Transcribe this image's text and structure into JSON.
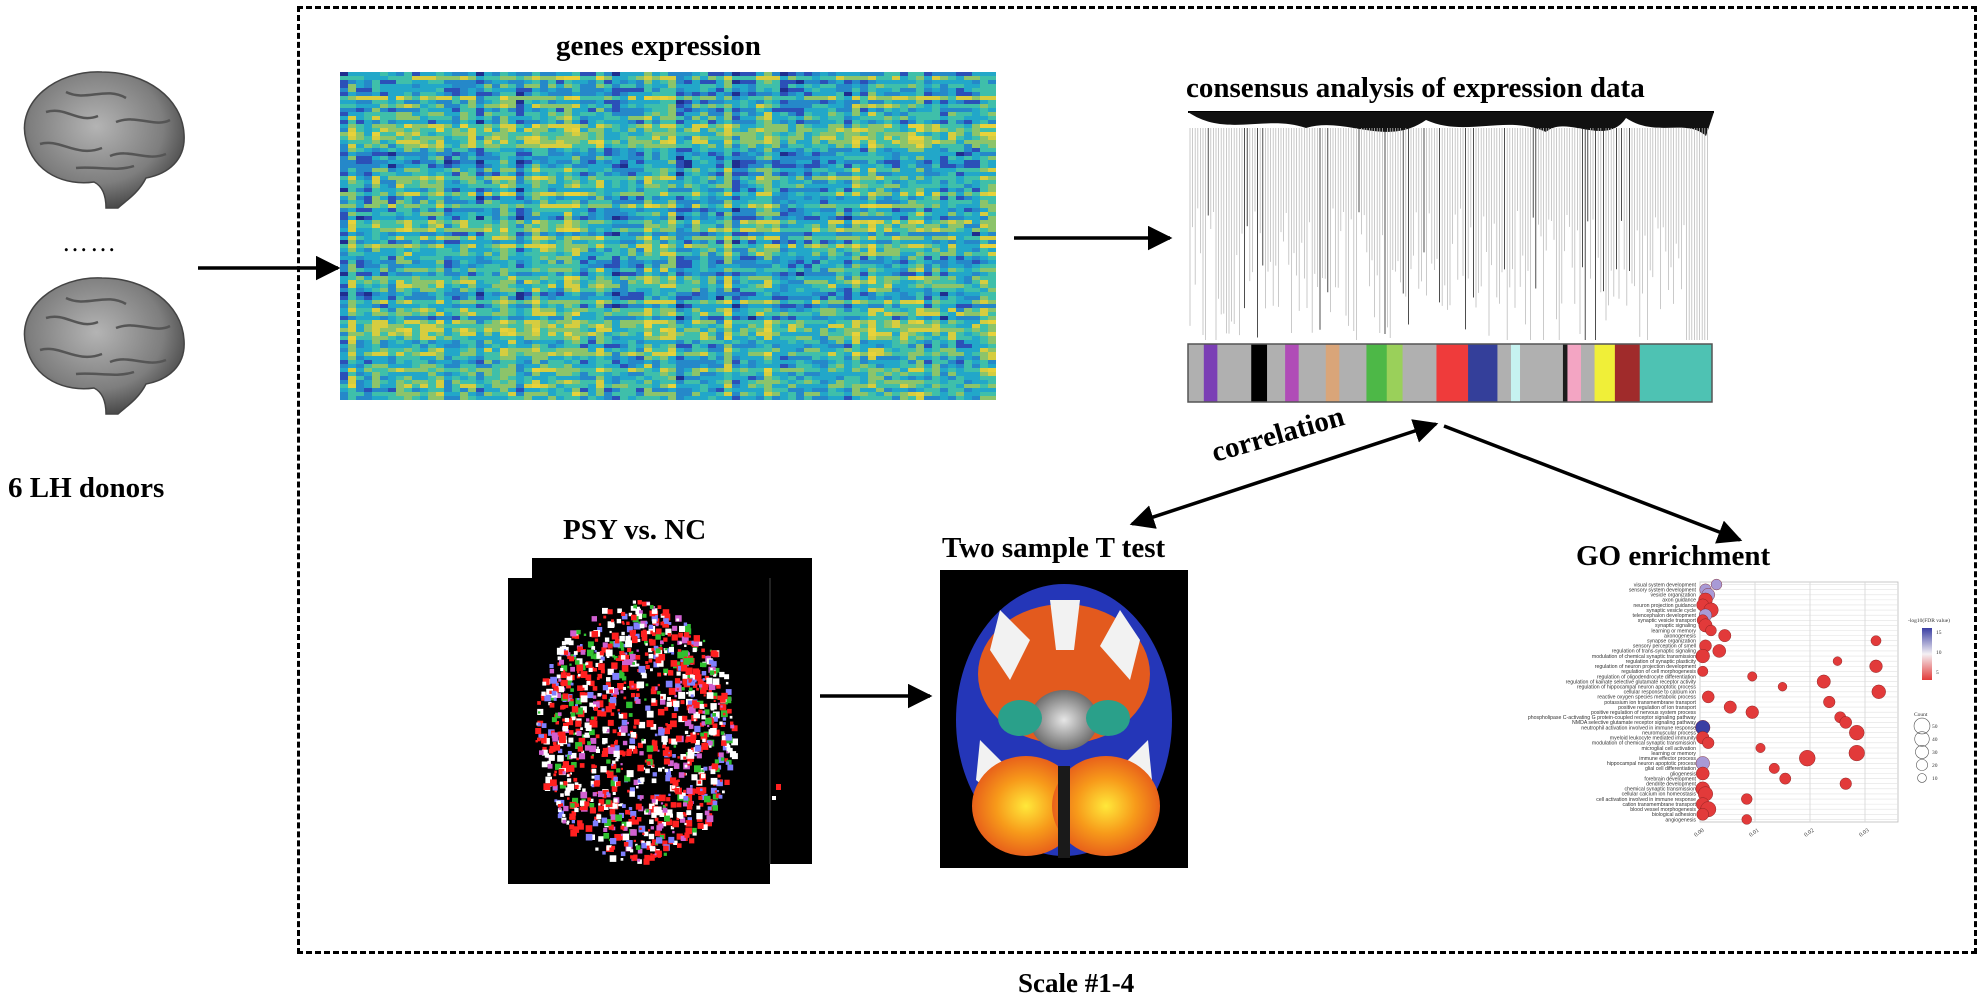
{
  "labels": {
    "donors": "6 LH donors",
    "ellipsis": "……",
    "genes_expression": "genes expression",
    "consensus": "consensus analysis of expression data",
    "psy_vs_nc": "PSY  vs. NC",
    "two_sample_t": "Two sample T test",
    "go_enrichment": "GO enrichment",
    "correlation": "correlation",
    "scale": "Scale #1-4"
  },
  "colors": {
    "heatmap_low": "#2b3a9c",
    "heatmap_mid": "#22a7c9",
    "heatmap_high": "#e8d23a",
    "brain_gray": "#8d8d8d",
    "go_dot_red": "#e23a3a",
    "go_dot_blue": "#3b3fa3",
    "frame": "#000000"
  },
  "module_colors": [
    "#b0b0b0",
    "#7b3fb5",
    "#b0b0b0",
    "#000000",
    "#b0b0b0",
    "#b04cb7",
    "#b0b0b0",
    "#d9a579",
    "#b0b0b0",
    "#4db847",
    "#9ad05a",
    "#b0b0b0",
    "#ef3b3b",
    "#343f9a",
    "#b0b0b0",
    "#c6f2f0",
    "#b0b0b0",
    "#1c1c1c",
    "#f3a5c3",
    "#b0b0b0",
    "#f0ef38",
    "#a02b2b",
    "#4ec2b3"
  ],
  "go": {
    "legend_fdr_title": "-log10(FDR value)",
    "legend_fdr_values": [
      "15",
      "10",
      "5"
    ],
    "legend_count_title": "Count",
    "legend_count_values": [
      "50",
      "40",
      "30",
      "20",
      "10"
    ],
    "x_ticks": [
      "0.00",
      "0.01",
      "0.02",
      "0.03"
    ],
    "terms": [
      "visual system development",
      "sensory system development",
      "vesicle organization",
      "axon guidance",
      "neuron projection guidance",
      "synaptic vesicle cycle",
      "telencephalon development",
      "synaptic vesicle transport",
      "synaptic signaling",
      "learning or memory",
      "axonogenesis",
      "synapse organization",
      "sensory perception of smell",
      "regulation of trans-synaptic signaling",
      "modulation of chemical synaptic transmission",
      "regulation of synaptic plasticity",
      "regulation of neuron projection development",
      "regulation of cell morphogenesis",
      "regulation of oligodendrocyte differentiation",
      "regulation of kainate selective glutamate receptor activity",
      "regulation of hippocampal neuron apoptotic process",
      "cellular response to calcium ion",
      "reactive oxygen species metabolic process",
      "potassium ion transmembrane transport",
      "positive regulation of ion transport",
      "positive regulation of nervous system process",
      "phospholipase C-activating G protein-coupled receptor signaling pathway",
      "NMDA selective glutamate receptor signaling pathway",
      "neutrophil activation involved in immune response",
      "neuromuscular process",
      "myeloid leukocyte mediated immunity",
      "modulation of chemical synaptic transmission",
      "microglial cell activation",
      "learning or memory",
      "immune effector process",
      "hippocampal neuron apoptotic process",
      "glial cell differentiation",
      "gliogenesis",
      "forebrain development",
      "dendrite development",
      "chemical synaptic transmission",
      "cellular calcium ion homeostasis",
      "cell activation involved in immune response",
      "cation transmembrane transport",
      "blood vessel morphogenesis",
      "biological adhesion",
      "angiogenesis"
    ],
    "points": [
      {
        "term": 0,
        "x": 0.003,
        "count": 18,
        "fdr": 8
      },
      {
        "term": 1,
        "x": 0.001,
        "count": 22,
        "fdr": 6
      },
      {
        "term": 2,
        "x": 0.0015,
        "count": 30,
        "fdr": 6
      },
      {
        "term": 3,
        "x": 0.001,
        "count": 35,
        "fdr": 5
      },
      {
        "term": 4,
        "x": 0.0005,
        "count": 25,
        "fdr": 4
      },
      {
        "term": 5,
        "x": 0.002,
        "count": 40,
        "fdr": 5
      },
      {
        "term": 6,
        "x": 0.001,
        "count": 28,
        "fdr": 6
      },
      {
        "term": 7,
        "x": 0.0005,
        "count": 20,
        "fdr": 5
      },
      {
        "term": 8,
        "x": 0.001,
        "count": 32,
        "fdr": 4
      },
      {
        "term": 9,
        "x": 0.002,
        "count": 18,
        "fdr": 4
      },
      {
        "term": 10,
        "x": 0.0045,
        "count": 26,
        "fdr": 3
      },
      {
        "term": 11,
        "x": 0.032,
        "count": 15,
        "fdr": 3
      },
      {
        "term": 12,
        "x": 0.001,
        "count": 24,
        "fdr": 4
      },
      {
        "term": 13,
        "x": 0.0035,
        "count": 30,
        "fdr": 3
      },
      {
        "term": 14,
        "x": 0.0005,
        "count": 34,
        "fdr": 3
      },
      {
        "term": 15,
        "x": 0.025,
        "count": 10,
        "fdr": 3
      },
      {
        "term": 16,
        "x": 0.032,
        "count": 28,
        "fdr": 3
      },
      {
        "term": 17,
        "x": 0.0005,
        "count": 16,
        "fdr": 2
      },
      {
        "term": 18,
        "x": 0.0095,
        "count": 12,
        "fdr": 3
      },
      {
        "term": 19,
        "x": 0.0225,
        "count": 32,
        "fdr": 3
      },
      {
        "term": 20,
        "x": 0.015,
        "count": 10,
        "fdr": 2
      },
      {
        "term": 21,
        "x": 0.0325,
        "count": 35,
        "fdr": 3
      },
      {
        "term": 22,
        "x": 0.0015,
        "count": 24,
        "fdr": 3
      },
      {
        "term": 23,
        "x": 0.0235,
        "count": 22,
        "fdr": 3
      },
      {
        "term": 24,
        "x": 0.0055,
        "count": 26,
        "fdr": 3
      },
      {
        "term": 25,
        "x": 0.0095,
        "count": 28,
        "fdr": 3
      },
      {
        "term": 26,
        "x": 0.0255,
        "count": 20,
        "fdr": 3
      },
      {
        "term": 27,
        "x": 0.0265,
        "count": 24,
        "fdr": 3
      },
      {
        "term": 28,
        "x": 0.0005,
        "count": 40,
        "fdr": 14
      },
      {
        "term": 29,
        "x": 0.0285,
        "count": 42,
        "fdr": 3
      },
      {
        "term": 30,
        "x": 0.0005,
        "count": 28,
        "fdr": 3
      },
      {
        "term": 31,
        "x": 0.0015,
        "count": 22,
        "fdr": 3
      },
      {
        "term": 32,
        "x": 0.011,
        "count": 12,
        "fdr": 3
      },
      {
        "term": 33,
        "x": 0.0285,
        "count": 48,
        "fdr": 3
      },
      {
        "term": 34,
        "x": 0.0195,
        "count": 50,
        "fdr": 3
      },
      {
        "term": 35,
        "x": 0.0005,
        "count": 34,
        "fdr": 7
      },
      {
        "term": 36,
        "x": 0.0135,
        "count": 16,
        "fdr": 3
      },
      {
        "term": 37,
        "x": 0.0005,
        "count": 30,
        "fdr": 3
      },
      {
        "term": 38,
        "x": 0.0155,
        "count": 20,
        "fdr": 3
      },
      {
        "term": 39,
        "x": 0.0265,
        "count": 22,
        "fdr": 3
      },
      {
        "term": 40,
        "x": 0.0005,
        "count": 36,
        "fdr": 3
      },
      {
        "term": 41,
        "x": 0.001,
        "count": 40,
        "fdr": 3
      },
      {
        "term": 42,
        "x": 0.0085,
        "count": 18,
        "fdr": 3
      },
      {
        "term": 43,
        "x": 0.0005,
        "count": 30,
        "fdr": 3
      },
      {
        "term": 44,
        "x": 0.0015,
        "count": 46,
        "fdr": 3
      },
      {
        "term": 45,
        "x": 0.0005,
        "count": 24,
        "fdr": 3
      },
      {
        "term": 46,
        "x": 0.0085,
        "count": 14,
        "fdr": 3
      }
    ]
  }
}
